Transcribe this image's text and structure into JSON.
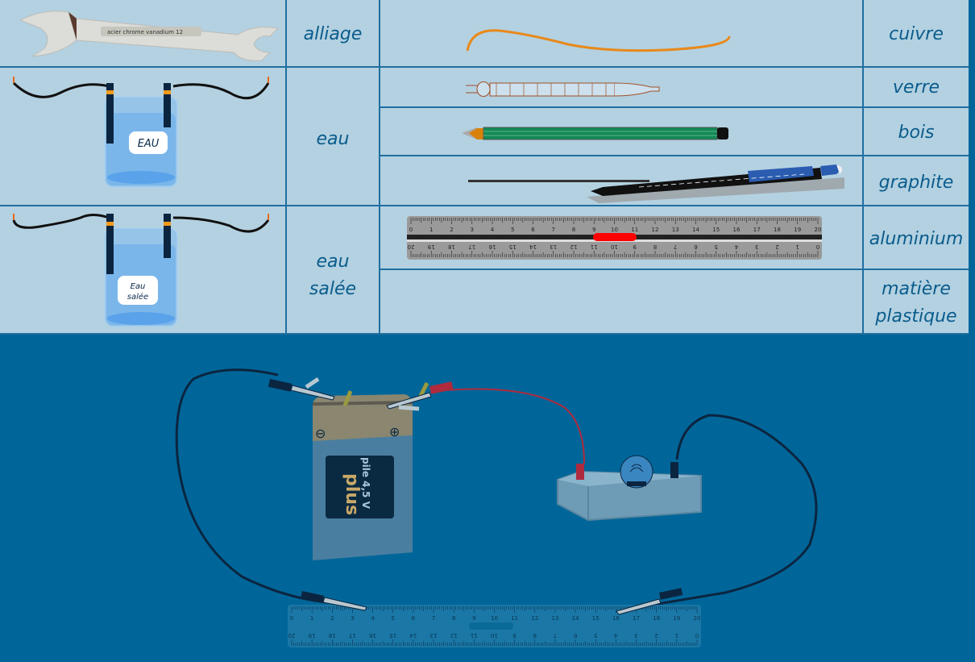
{
  "materials": {
    "left_column": [
      {
        "label": "alliage",
        "object": "wrench",
        "engraving": "acier chrome vanadium   12"
      },
      {
        "label": "eau",
        "object": "beaker-water",
        "tag": "EAU"
      },
      {
        "label_line1": "eau",
        "label_line2": "salée",
        "object": "beaker-salt-water",
        "tag_line1": "Eau",
        "tag_line2": "salée"
      }
    ],
    "right_column": [
      {
        "label": "cuivre",
        "object": "copper-wire"
      },
      {
        "label": "verre",
        "object": "glass-pipette"
      },
      {
        "label": "bois",
        "object": "wooden-pencil"
      },
      {
        "label": "graphite",
        "object": "graphite-lead-pen"
      },
      {
        "label": "aluminium",
        "object": "aluminium-ruler"
      },
      {
        "label_line1": "matière",
        "label_line2": "plastique",
        "object": "empty"
      }
    ]
  },
  "circuit": {
    "battery": {
      "line1": "pile 4,5 V",
      "line2": "plus",
      "minus": "⊖",
      "plus": "⊕"
    },
    "lamp": "bulb-on-box",
    "test_object": "plastic-ruler"
  },
  "ruler": {
    "top_ticks": [
      "0",
      "1",
      "2",
      "3",
      "4",
      "5",
      "6",
      "7",
      "8",
      "9",
      "10",
      "11",
      "12",
      "13",
      "14",
      "15",
      "16",
      "17",
      "18",
      "19",
      "20"
    ]
  },
  "colors": {
    "table_bg": "#b3d1e1",
    "page_bg": "#006699",
    "border": "#1f6f9f",
    "label_text": "#0a5c8c",
    "copper": "#e8891a",
    "red_wire": "#b02a3e"
  }
}
